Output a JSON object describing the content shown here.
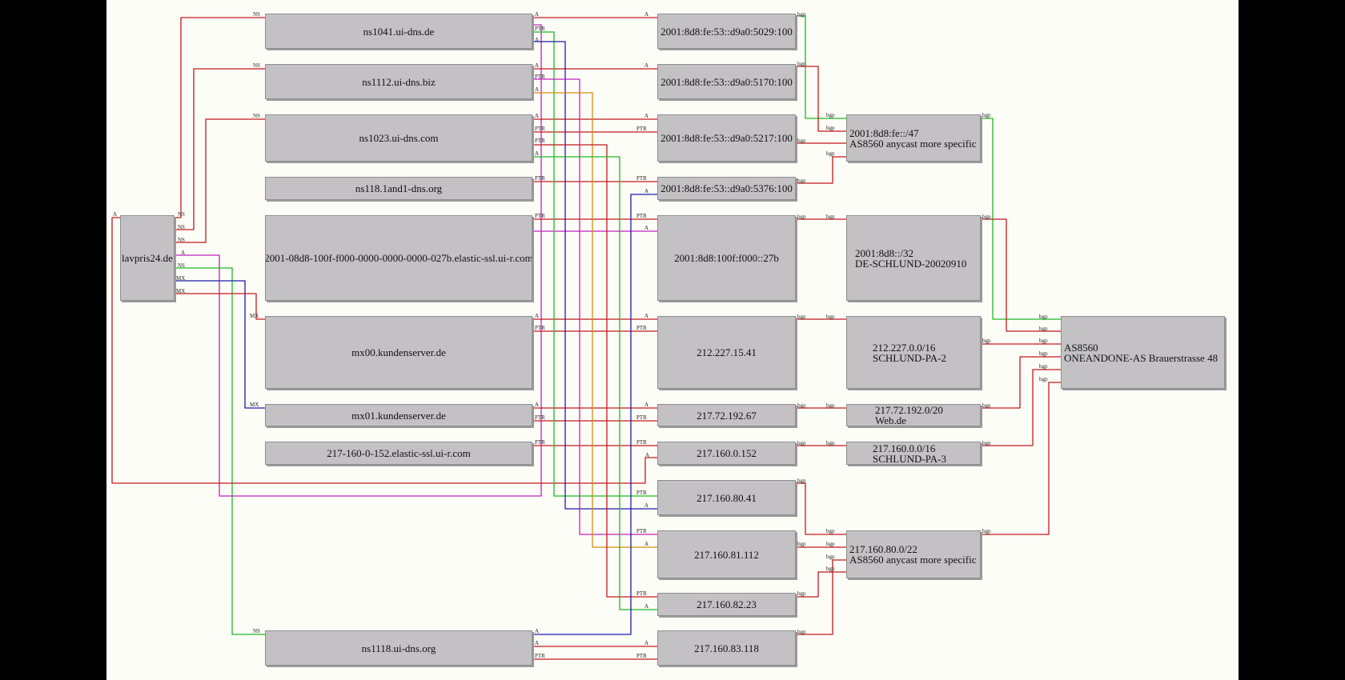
{
  "nodes": {
    "lavpris24": "lavpris24.de",
    "ns1041": "ns1041.ui-dns.de",
    "ns1112": "ns1112.ui-dns.biz",
    "ns1023": "ns1023.ui-dns.com",
    "ns118": "ns118.1and1-dns.org",
    "elastic_v6": "2001-08d8-100f-f000-0000-0000-0000-027b.elastic-ssl.ui-r.com",
    "mx00": "mx00.kundenserver.de",
    "mx01": "mx01.kundenserver.de",
    "elastic_v4": "217-160-0-152.elastic-ssl.ui-r.com",
    "ns1118": "ns1118.ui-dns.org",
    "ip_5029": "2001:8d8:fe:53::d9a0:5029:100",
    "ip_5170": "2001:8d8:fe:53::d9a0:5170:100",
    "ip_5217": "2001:8d8:fe:53::d9a0:5217:100",
    "ip_5376": "2001:8d8:fe:53::d9a0:5376:100",
    "ip_27b": "2001:8d8:100f:f000::27b",
    "ip_212_227_15_41": "212.227.15.41",
    "ip_217_72_192_67": "217.72.192.67",
    "ip_217_160_0_152": "217.160.0.152",
    "ip_217_160_80_41": "217.160.80.41",
    "ip_217_160_81_112": "217.160.81.112",
    "ip_217_160_82_23": "217.160.82.23",
    "ip_217_160_83_118": "217.160.83.118",
    "pfx_fe47": {
      "line1": "2001:8d8:fe::/47",
      "line2": "AS8560 anycast more specific"
    },
    "pfx_d8_32": {
      "line1": "2001:8d8::/32",
      "line2": "DE-SCHLUND-20020910"
    },
    "pfx_212": {
      "line1": "212.227.0.0/16",
      "line2": "SCHLUND-PA-2"
    },
    "pfx_217_72": {
      "line1": "217.72.192.0/20",
      "line2": "Web.de"
    },
    "pfx_217_160_0": {
      "line1": "217.160.0.0/16",
      "line2": "SCHLUND-PA-3"
    },
    "pfx_217_160_80": {
      "line1": "217.160.80.0/22",
      "line2": "AS8560 anycast more specific"
    },
    "as8560": {
      "line1": "AS8560",
      "line2": "ONEANDONE-AS Brauerstrasse 48"
    }
  },
  "edge_types": {
    "ns": "NS",
    "a": "A",
    "mx": "MX",
    "ptr": "PTR",
    "bgp": "bgp"
  },
  "colors": {
    "red": "#c41a1a",
    "green": "#1fb81f",
    "blue": "#1c1ca8",
    "magenta": "#c21fc2",
    "orange": "#d88a0a",
    "node_fill": "#c3c1c4",
    "background": "#fdfdf8"
  }
}
